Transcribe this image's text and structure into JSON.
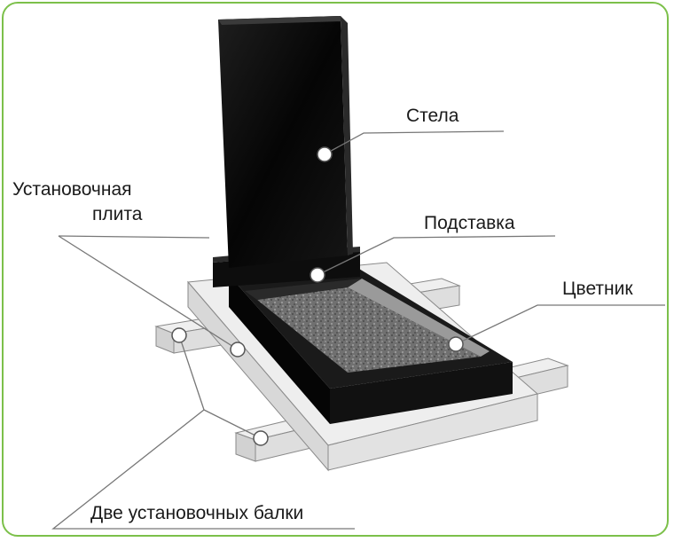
{
  "labels": {
    "stela": "Стела",
    "plate_line1": "Установочная",
    "plate_line2": "плита",
    "stand": "Подставка",
    "flowerbed": "Цветник",
    "beams": "Две установочных балки"
  },
  "colors": {
    "frame": "#7cc04a",
    "granite": "#0b0b0b",
    "concrete": "#e6e6e6",
    "soil": "#6e6e6e",
    "leader": "#777777"
  }
}
